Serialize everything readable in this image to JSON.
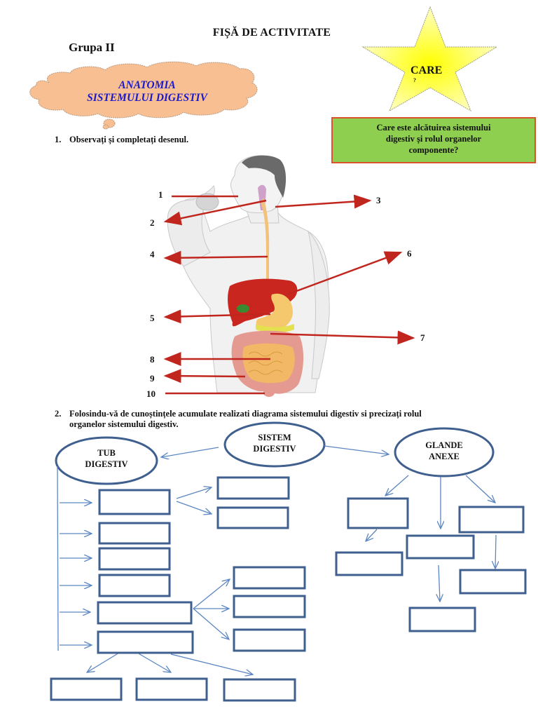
{
  "header": {
    "title": "FIȘĂ DE ACTIVITATE",
    "group": "Grupa II"
  },
  "cloud": {
    "line1": "ANATOMIA",
    "line2": "SISTEMULUI DIGESTIV"
  },
  "star": {
    "text": "CARE",
    "overflow_text": "?"
  },
  "question_box": {
    "line1": "Care este alcătuirea sistemului",
    "line2": "digestiv și rolul organelor",
    "line3": "componente?"
  },
  "task1": {
    "number": "1.",
    "text": "Observați și completați desenul."
  },
  "body_diagram": {
    "labels": [
      "1",
      "2",
      "3",
      "4",
      "5",
      "6",
      "7",
      "8",
      "9",
      "10"
    ]
  },
  "task2": {
    "number": "2.",
    "line1": "Folosindu-vă de cunoștințele acumulate realizati diagrama sistemului digestiv si precizați rolul",
    "line2": "organelor sistemului digestiv."
  },
  "concept_map": {
    "root": {
      "line1": "SISTEM",
      "line2": "DIGESTIV"
    },
    "left": {
      "line1": "TUB",
      "line2": "DIGESTIV"
    },
    "right": {
      "line1": "GLANDE",
      "line2": "ANEXE"
    }
  },
  "colors": {
    "diagram_stroke": "#3f5f8f",
    "arrow_stroke": "#5b86c2",
    "pointer_red": "#c0261e",
    "question_bg": "#8fcf4f",
    "question_border": "#d9542e",
    "cloud_fill": "#f7bf92",
    "star_fill": "#ffff66",
    "cloud_text": "#1a1acc"
  }
}
